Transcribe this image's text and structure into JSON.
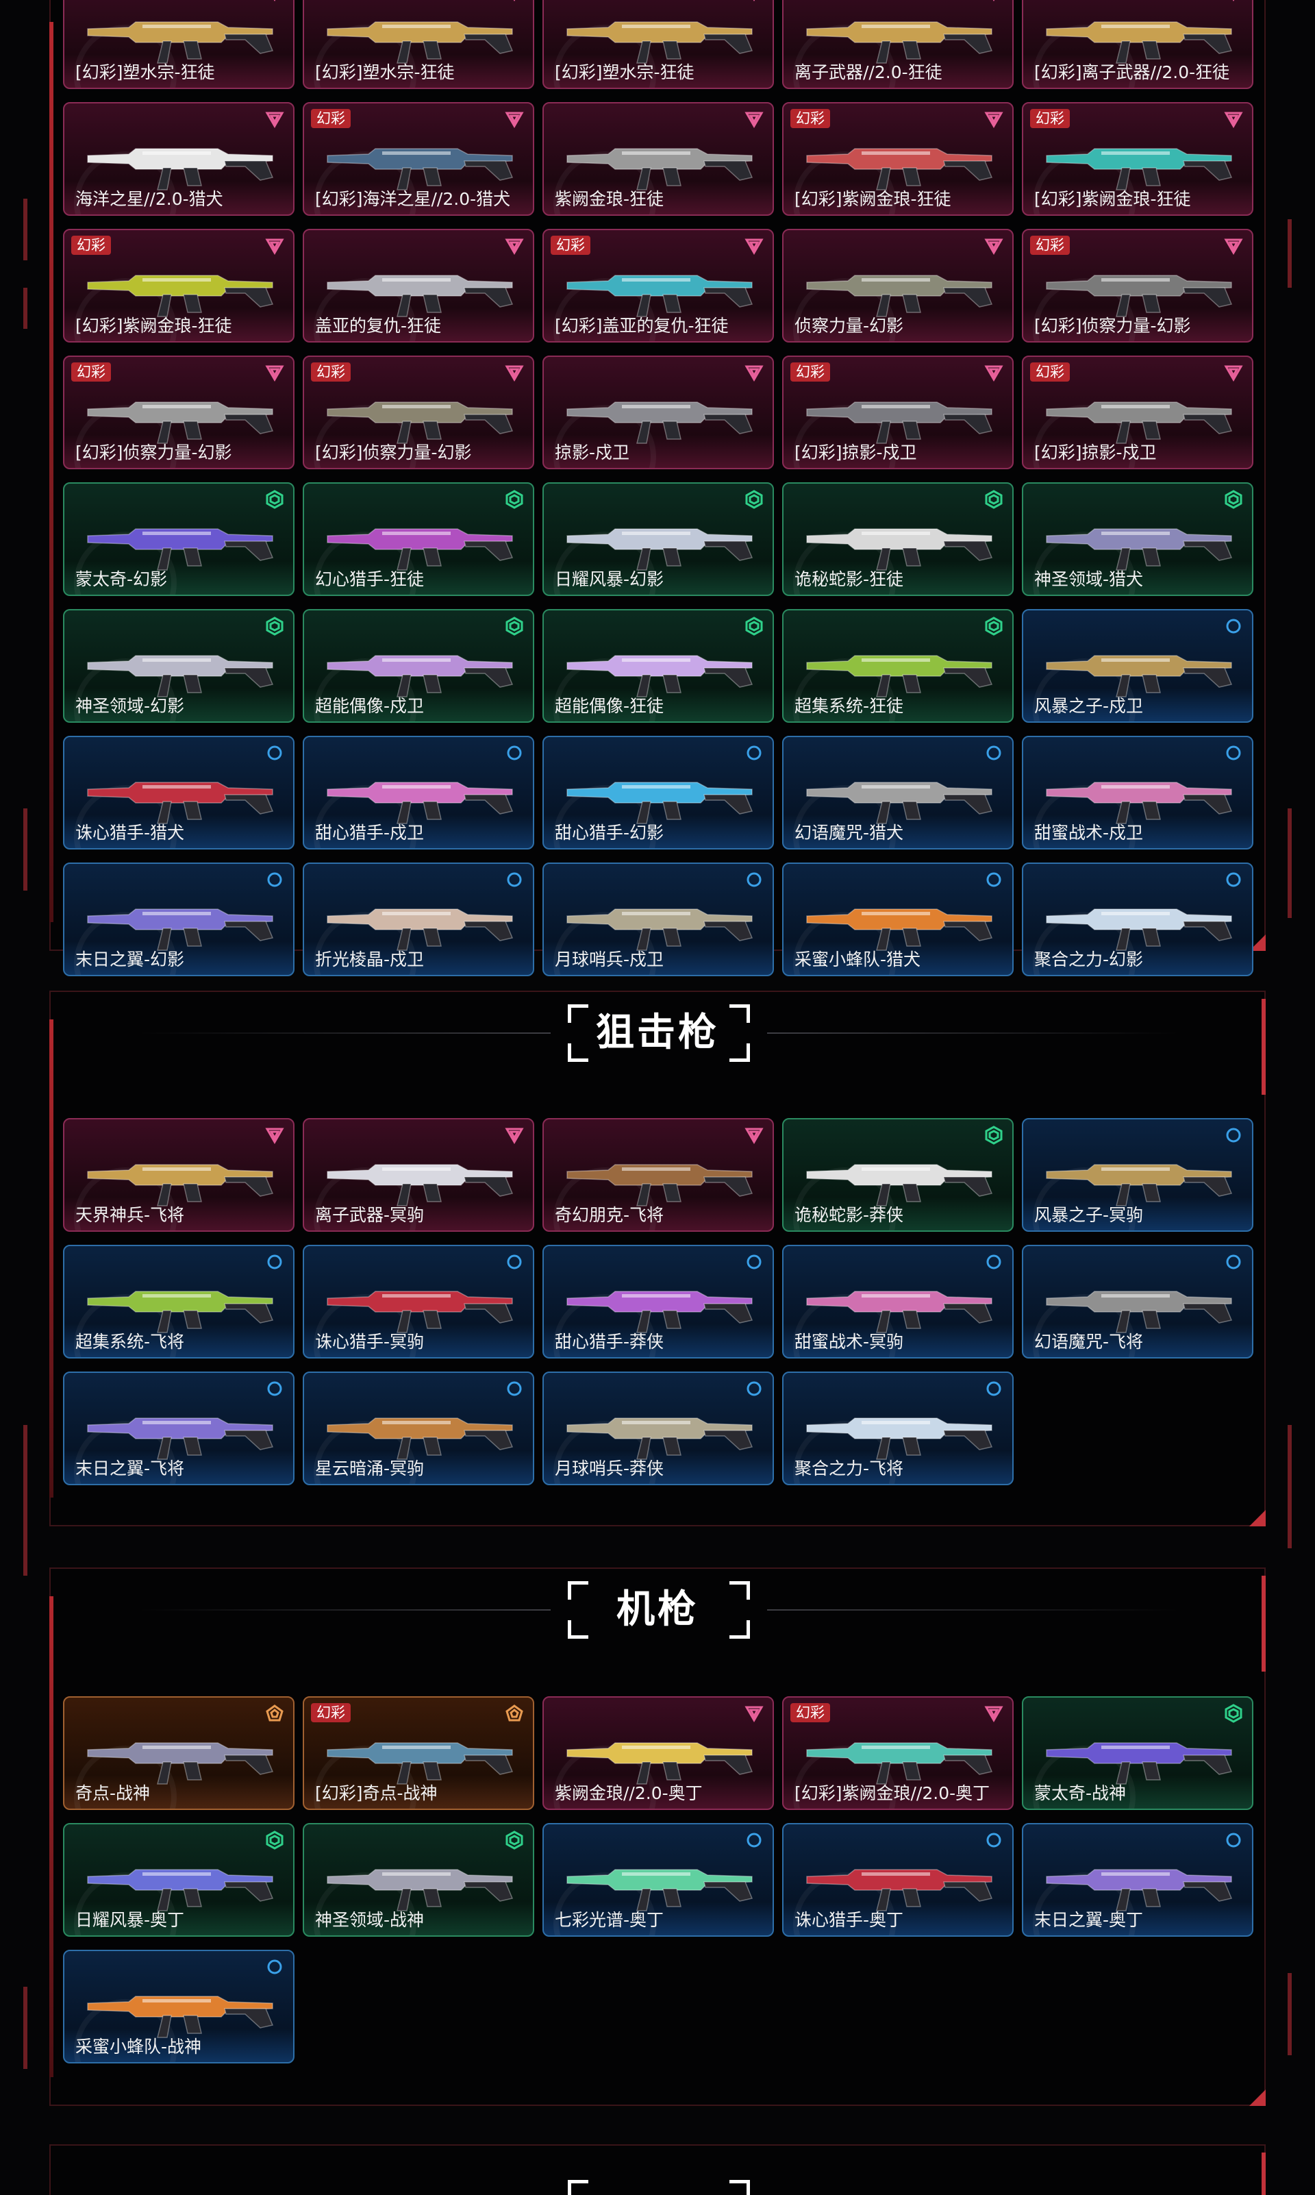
{
  "colors": {
    "accent_red": "#c2323a",
    "tier_exclusive": "#e8609a",
    "tier_premium": "#2fd08a",
    "tier_deluxe": "#3aa0e8",
    "tier_ultra": "#e89a50"
  },
  "icons": {
    "exclusive": "triangle-icon",
    "premium": "hexagon-icon",
    "deluxe": "circle-icon",
    "ultra": "pentagon-icon"
  },
  "rifles_tail": {
    "cards": [
      {
        "name": "[幻彩]塑水宗-狂徒",
        "tier": "pink",
        "badge": "",
        "gun": "#c8a050"
      },
      {
        "name": "[幻彩]塑水宗-狂徒",
        "tier": "pink",
        "badge": "",
        "gun": "#c8a050"
      },
      {
        "name": "[幻彩]塑水宗-狂徒",
        "tier": "pink",
        "badge": "",
        "gun": "#c8a050"
      },
      {
        "name": "离子武器//2.0-狂徒",
        "tier": "pink",
        "badge": "",
        "gun": "#c8a050"
      },
      {
        "name": "[幻彩]离子武器//2.0-狂徒",
        "tier": "pink",
        "badge": "",
        "gun": "#c8a050"
      },
      {
        "name": "海洋之星//2.0-猎犬",
        "tier": "pink",
        "badge": "",
        "gun": "#e6e6e6"
      },
      {
        "name": "[幻彩]海洋之星//2.0-猎犬",
        "tier": "pink",
        "badge": "幻彩",
        "gun": "#4a6a8a"
      },
      {
        "name": "紫阙金琅-狂徒",
        "tier": "pink",
        "badge": "",
        "gun": "#9a9a9a"
      },
      {
        "name": "[幻彩]紫阙金琅-狂徒",
        "tier": "pink",
        "badge": "幻彩",
        "gun": "#c85050"
      },
      {
        "name": "[幻彩]紫阙金琅-狂徒",
        "tier": "pink",
        "badge": "幻彩",
        "gun": "#3ab8b0"
      },
      {
        "name": "[幻彩]紫阙金琅-狂徒",
        "tier": "pink",
        "badge": "幻彩",
        "gun": "#b8c030"
      },
      {
        "name": "盖亚的复仇-狂徒",
        "tier": "pink",
        "badge": "",
        "gun": "#b0b0b8"
      },
      {
        "name": "[幻彩]盖亚的复仇-狂徒",
        "tier": "pink",
        "badge": "幻彩",
        "gun": "#40b0c0"
      },
      {
        "name": "侦察力量-幻影",
        "tier": "pink",
        "badge": "",
        "gun": "#8a8a78"
      },
      {
        "name": "[幻彩]侦察力量-幻影",
        "tier": "pink",
        "badge": "幻彩",
        "gun": "#7a7a7a"
      },
      {
        "name": "[幻彩]侦察力量-幻影",
        "tier": "pink",
        "badge": "幻彩",
        "gun": "#9a9a9a"
      },
      {
        "name": "[幻彩]侦察力量-幻影",
        "tier": "pink",
        "badge": "幻彩",
        "gun": "#8a8470"
      },
      {
        "name": "掠影-戍卫",
        "tier": "pink",
        "badge": "",
        "gun": "#8a8a90"
      },
      {
        "name": "[幻彩]掠影-戍卫",
        "tier": "pink",
        "badge": "幻彩",
        "gun": "#7a7a80"
      },
      {
        "name": "[幻彩]掠影-戍卫",
        "tier": "pink",
        "badge": "幻彩",
        "gun": "#8a8a8a"
      },
      {
        "name": "蒙太奇-幻影",
        "tier": "green",
        "badge": "",
        "gun": "#6a58d0"
      },
      {
        "name": "幻心猎手-狂徒",
        "tier": "green",
        "badge": "",
        "gun": "#b050c0"
      },
      {
        "name": "日耀风暴-幻影",
        "tier": "green",
        "badge": "",
        "gun": "#c0c8d8"
      },
      {
        "name": "诡秘蛇影-狂徒",
        "tier": "green",
        "badge": "",
        "gun": "#d8d8d8"
      },
      {
        "name": "神圣领域-猎犬",
        "tier": "green",
        "badge": "",
        "gun": "#8a88b8"
      },
      {
        "name": "神圣领域-幻影",
        "tier": "green",
        "badge": "",
        "gun": "#b8b8c8"
      },
      {
        "name": "超能偶像-戍卫",
        "tier": "green",
        "badge": "",
        "gun": "#b890d8"
      },
      {
        "name": "超能偶像-狂徒",
        "tier": "green",
        "badge": "",
        "gun": "#c8a8e8"
      },
      {
        "name": "超集系统-狂徒",
        "tier": "green",
        "badge": "",
        "gun": "#90c040"
      },
      {
        "name": "风暴之子-戍卫",
        "tier": "blue",
        "badge": "",
        "gun": "#b89858"
      },
      {
        "name": "诛心猎手-猎犬",
        "tier": "blue",
        "badge": "",
        "gun": "#c03040"
      },
      {
        "name": "甜心猎手-戍卫",
        "tier": "blue",
        "badge": "",
        "gun": "#d070c0"
      },
      {
        "name": "甜心猎手-幻影",
        "tier": "blue",
        "badge": "",
        "gun": "#40b0e0"
      },
      {
        "name": "幻语魔咒-猎犬",
        "tier": "blue",
        "badge": "",
        "gun": "#a0a0a0"
      },
      {
        "name": "甜蜜战术-戍卫",
        "tier": "blue",
        "badge": "",
        "gun": "#d078b0"
      },
      {
        "name": "末日之翼-幻影",
        "tier": "blue",
        "badge": "",
        "gun": "#7a70d0"
      },
      {
        "name": "折光棱晶-戍卫",
        "tier": "blue",
        "badge": "",
        "gun": "#d0b8a8"
      },
      {
        "name": "月球哨兵-戍卫",
        "tier": "blue",
        "badge": "",
        "gun": "#b0a890"
      },
      {
        "name": "采蜜小蜂队-猎犬",
        "tier": "blue",
        "badge": "",
        "gun": "#e08030"
      },
      {
        "name": "聚合之力-幻影",
        "tier": "blue",
        "badge": "",
        "gun": "#c8d8e8"
      }
    ]
  },
  "sniper": {
    "title": "狙击枪",
    "cards": [
      {
        "name": "天界神兵-飞将",
        "tier": "pink",
        "badge": "",
        "gun": "#c8a050"
      },
      {
        "name": "离子武器-冥驹",
        "tier": "pink",
        "badge": "",
        "gun": "#d8d8e0"
      },
      {
        "name": "奇幻朋克-飞将",
        "tier": "pink",
        "badge": "",
        "gun": "#9a6a40"
      },
      {
        "name": "诡秘蛇影-莽侠",
        "tier": "green",
        "badge": "",
        "gun": "#e0e0e0"
      },
      {
        "name": "风暴之子-冥驹",
        "tier": "blue",
        "badge": "",
        "gun": "#b89858"
      },
      {
        "name": "超集系统-飞将",
        "tier": "blue",
        "badge": "",
        "gun": "#90c040"
      },
      {
        "name": "诛心猎手-冥驹",
        "tier": "blue",
        "badge": "",
        "gun": "#c03040"
      },
      {
        "name": "甜心猎手-莽侠",
        "tier": "blue",
        "badge": "",
        "gun": "#b060d0"
      },
      {
        "name": "甜蜜战术-冥驹",
        "tier": "blue",
        "badge": "",
        "gun": "#d070b0"
      },
      {
        "name": "幻语魔咒-飞将",
        "tier": "blue",
        "badge": "",
        "gun": "#909090"
      },
      {
        "name": "末日之翼-飞将",
        "tier": "blue",
        "badge": "",
        "gun": "#8070d0"
      },
      {
        "name": "星云暗涌-冥驹",
        "tier": "blue",
        "badge": "",
        "gun": "#c08040"
      },
      {
        "name": "月球哨兵-莽侠",
        "tier": "blue",
        "badge": "",
        "gun": "#b0a890"
      },
      {
        "name": "聚合之力-飞将",
        "tier": "blue",
        "badge": "",
        "gun": "#c8d8e8"
      }
    ]
  },
  "machine": {
    "title": "机枪",
    "cards": [
      {
        "name": "奇点-战神",
        "tier": "orange",
        "badge": "",
        "gun": "#8a8aa8"
      },
      {
        "name": "[幻彩]奇点-战神",
        "tier": "orange",
        "badge": "幻彩",
        "gun": "#5a8aa8"
      },
      {
        "name": "紫阙金琅//2.0-奥丁",
        "tier": "pink",
        "badge": "",
        "gun": "#e0c050"
      },
      {
        "name": "[幻彩]紫阙金琅//2.0-奥丁",
        "tier": "pink",
        "badge": "幻彩",
        "gun": "#50c0b0"
      },
      {
        "name": "蒙太奇-战神",
        "tier": "green",
        "badge": "",
        "gun": "#6a58d0"
      },
      {
        "name": "日耀风暴-奥丁",
        "tier": "green",
        "badge": "",
        "gun": "#6a70d8"
      },
      {
        "name": "神圣领域-战神",
        "tier": "green",
        "badge": "",
        "gun": "#a0a0b0"
      },
      {
        "name": "七彩光谱-奥丁",
        "tier": "blue",
        "badge": "",
        "gun": "#60d0a0"
      },
      {
        "name": "诛心猎手-奥丁",
        "tier": "blue",
        "badge": "",
        "gun": "#c03040"
      },
      {
        "name": "末日之翼-奥丁",
        "tier": "blue",
        "badge": "",
        "gun": "#8a70d0"
      },
      {
        "name": "采蜜小蜂队-战神",
        "tier": "blue",
        "badge": "",
        "gun": "#e08030"
      }
    ]
  }
}
